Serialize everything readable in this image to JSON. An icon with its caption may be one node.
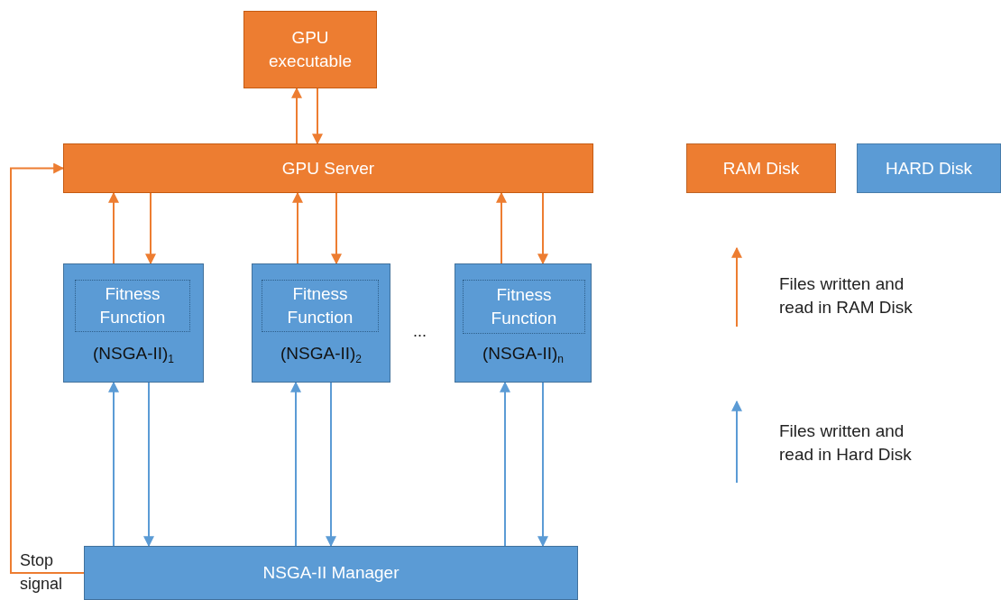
{
  "diagram": {
    "nodes": [
      {
        "text": [
          "GPU executable"
        ]
      },
      {
        "text": [
          "GPU Server"
        ]
      },
      {
        "text": [
          "(NSGA-II)$_{1}$"
        ]
      },
      {
        "text": [
          "Fitness Function"
        ],
        "in": 2
      },
      {
        "text": [
          "(NSGA-II)$_{2}$"
        ]
      },
      {
        "text": [
          "Fitness Function"
        ],
        "in": 4
      },
      {
        "text": [
          "(NSGA-II)$_{n}$"
        ]
      },
      {
        "text": [
          "Fitness Function"
        ],
        "in": 6
      },
      {
        "text": [
          "NSGA-II Manager"
        ]
      }
    ],
    "edges": [
      {
        "from": 1,
        "to": 0,
        "arrow": "to"
      },
      {
        "from": 0,
        "to": 1,
        "arrow": "to"
      },
      {
        "from": 2,
        "to": 1,
        "arrow": "to"
      },
      {
        "from": 1,
        "to": 2,
        "arrow": "to"
      },
      {
        "from": 4,
        "to": 1,
        "arrow": "to"
      },
      {
        "from": 1,
        "to": 4,
        "arrow": "to"
      },
      {
        "from": 6,
        "to": 1,
        "arrow": "to"
      },
      {
        "from": 1,
        "to": 6,
        "arrow": "to"
      },
      {
        "from": 8,
        "to": 2,
        "arrow": "to",
        "color": "#5b9bd5"
      },
      {
        "from": 2,
        "to": 8,
        "arrow": "to",
        "color": "#5b9bd5"
      },
      {
        "from": 8,
        "to": 4,
        "arrow": "to",
        "color": "#5b9bd5"
      },
      {
        "from": 4,
        "to": 8,
        "arrow": "to",
        "color": "#5b9bd5"
      },
      {
        "from": 8,
        "to": 6,
        "arrow": "to",
        "color": "#5b9bd5"
      },
      {
        "from": 6,
        "to": 8,
        "arrow": "to",
        "color": "#5b9bd5"
      },
      {
        "from": 8,
        "to": 1,
        "arrow": "to",
        "label": "Stop signal"
      }
    ],
    "labels": [
      "..."
    ],
    "legend": [
      {
        "text": "RAM Disk",
        "color": "#ed7d31"
      },
      {
        "text": "HARD Disk",
        "color": "#5b9bd5"
      },
      {
        "text": "Files written and read in RAM Disk"
      },
      {
        "text": "Files written and read in Hard Disk"
      }
    ]
  }
}
